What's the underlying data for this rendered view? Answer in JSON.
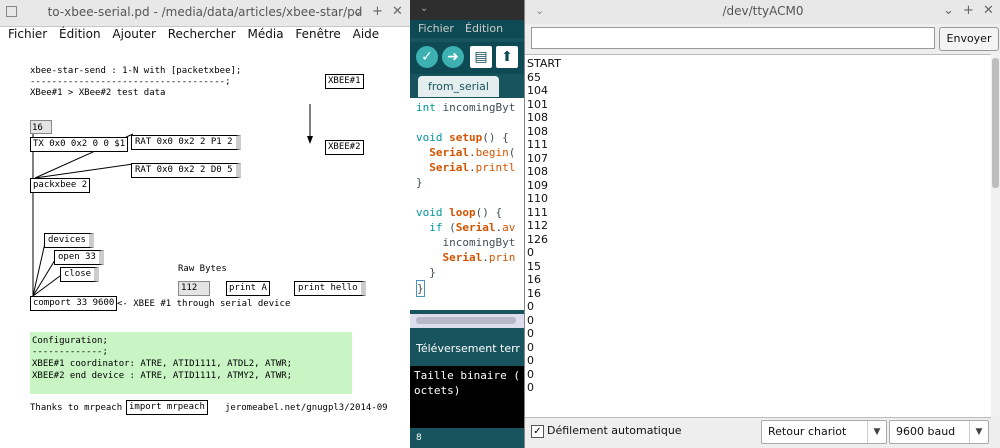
{
  "pd": {
    "title": "to-xbee-serial.pd - /media/data/articles/xbee-star/pd",
    "window_buttons": [
      "⌄",
      "+",
      "✕"
    ],
    "menu": [
      "Fichier",
      "Édition",
      "Ajouter",
      "Rechercher",
      "Média",
      "Fenêtre",
      "Aide"
    ],
    "comments": {
      "header1": "xbee-star-send : 1-N with [packetxbee];",
      "header2": "------------------------------------;",
      "header3": "XBee#1 > XBee#2 test data",
      "raw_bytes": "Raw Bytes",
      "comport_note": "<- XBEE #1 through serial device",
      "thanks": "Thanks to mrpeach",
      "url": "jeromeabel.net/gnugpl3/2014-09",
      "config1": "Configuration;",
      "config2": "-------------;",
      "config3": "XBEE#1 coordinator: ATRE, ATID1111, ATDL2, ATWR;",
      "config4": "XBEE#2 end device : ATRE, ATID1111, ATMY2, ATWR;"
    },
    "objects": {
      "num16": "16",
      "tx": "TX 0x0 0x2 0 0 $1",
      "rat1": "RAT 0x0 0x2 2 P1 2",
      "rat2": "RAT 0x0 0x2 2 D0 5",
      "packxbee": "packxbee 2",
      "devices": "devices",
      "open": "open 33",
      "close": "close",
      "num112": "112",
      "print_a": "print A",
      "print_hello": "print hello",
      "comport": "comport 33 9600",
      "import": "import mrpeach",
      "xbee1": "XBEE#1",
      "xbee2": "XBEE#2"
    }
  },
  "arduino": {
    "menu": [
      "Fichier",
      "Édition"
    ],
    "tab": "from_serial",
    "code": {
      "l1a": "int",
      "l1b": " incomingByt",
      "l3a": "void",
      "l3b": " ",
      "l3c": "setup",
      "l3d": "() {",
      "l4a": "  Serial",
      "l4b": ".",
      "l4c": "begin",
      "l4d": "(",
      "l5a": "  Serial",
      "l5b": ".",
      "l5c": "printl",
      "l6": "}",
      "l8a": "void",
      "l8b": " ",
      "l8c": "loop",
      "l8d": "() {",
      "l9a": "  if",
      "l9b": " (",
      "l9c": "Serial",
      "l9d": ".",
      "l9e": "av",
      "l10": "    incomingByt",
      "l11a": "    Serial",
      "l11b": ".",
      "l11c": "prin",
      "l12": "  }",
      "l13": "}"
    },
    "status": "Téléversement terr",
    "console": [
      "Taille binaire (",
      "octets)"
    ],
    "footer": "8"
  },
  "serial_monitor": {
    "title": "/dev/ttyACM0",
    "window_buttons": [
      "⌄",
      "+",
      "✕"
    ],
    "input_value": "",
    "send_label": "Envoyer",
    "output_lines": [
      "START",
      "65",
      "104",
      "101",
      "108",
      "108",
      "111",
      "107",
      "108",
      "109",
      "110",
      "111",
      "112",
      "126",
      "0",
      "15",
      "16",
      "16",
      "0",
      "0",
      "0",
      "0",
      "0",
      "0",
      "0"
    ],
    "autoscroll_label": "Défilement automatique",
    "autoscroll_checked": true,
    "line_ending": "Retour chariot",
    "baud": "9600 baud"
  }
}
